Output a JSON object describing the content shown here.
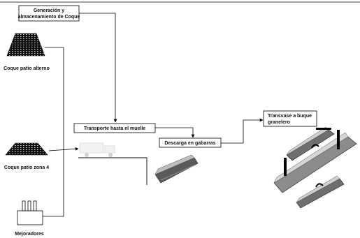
{
  "boxes": {
    "generation": [
      "Generación y",
      "almacenamiento de Coque"
    ],
    "transport": "Transporte hasta el muelle",
    "unload": "Descarga en gabarras",
    "transship": [
      "Transvase a buque",
      "granelero"
    ]
  },
  "nodes": {
    "coke_alt": "Coque patio alterno",
    "coke_zone4": "Coque patio zona 4",
    "upgraders": "Mejoradores"
  },
  "icons": {
    "coke_pile": "coke-pile-icon",
    "factory": "factory-icon",
    "truck": "truck-icon",
    "barge": "barge-icon",
    "ship": "bulk-carrier-ship-icon"
  }
}
